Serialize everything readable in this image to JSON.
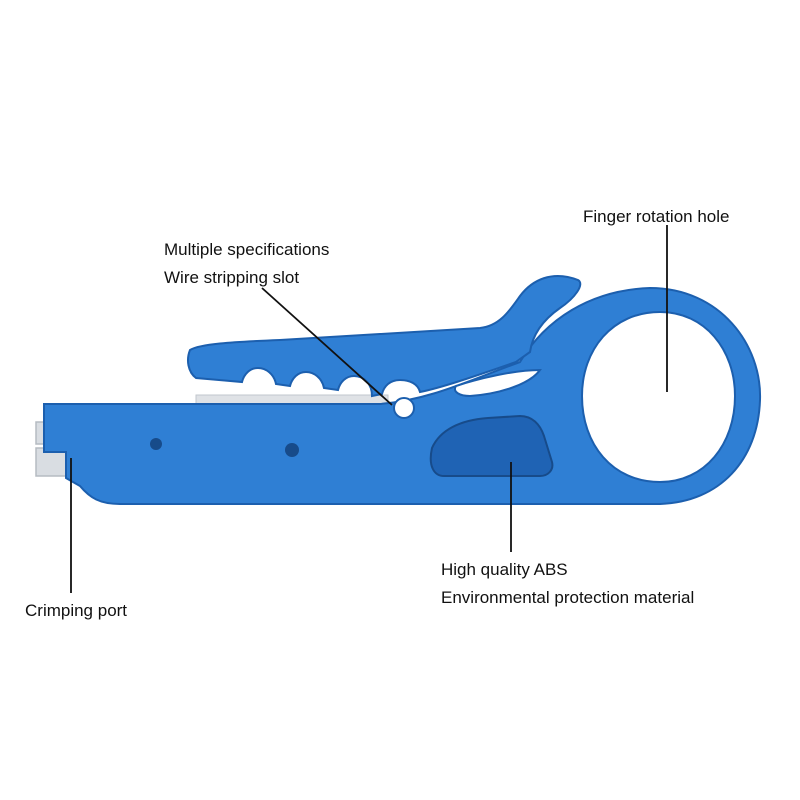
{
  "colors": {
    "tool_body": "#2f7fd4",
    "tool_edge": "#1c5fae",
    "blade": "#d9dde2",
    "leader_line": "#111111",
    "background": "#ffffff"
  },
  "callouts": {
    "finger_rotation_hole": {
      "line1": "Finger rotation hole"
    },
    "wire_stripping_slot": {
      "line1": "Multiple specifications",
      "line2": "Wire stripping slot"
    },
    "abs_material": {
      "line1": "High quality ABS",
      "line2": "Environmental protection material"
    },
    "crimping_port": {
      "line1": "Crimping port"
    }
  }
}
